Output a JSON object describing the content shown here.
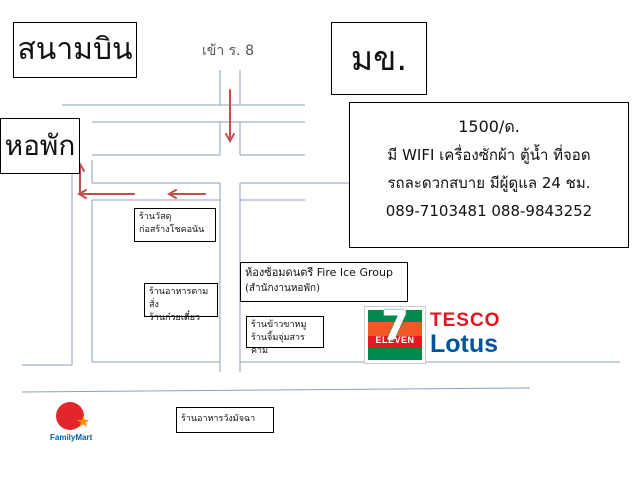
{
  "places": {
    "airport": "สนามบิน",
    "soi": "เข้า ร. 8",
    "university": "มข.",
    "dormitory": "หอพัก"
  },
  "info": {
    "price": "1500/ด.",
    "amenities": "มี WIFI เครื่องซักผ้า ตู้น้ำ ที่จอด",
    "transport": "รถละดวกสบาย มีผู้ดูแล 24 ชม.",
    "phones": "089-7103481  088-9843252"
  },
  "shops": {
    "shop1": [
      "ร้านวัสดุ",
      "ก่อสร้างโชคอนัน"
    ],
    "shop2": [
      "ร้านอาหารตามสั่ง",
      "ร้านก๋วยเตี๋ยว"
    ],
    "music": [
      "ห้องซ้อมดนตรี Fire Ice Group",
      "(สำนักงานหอพัก)"
    ],
    "shop3": [
      "ร้านข้าวขาหมู",
      "ร้านจิ้มจุ่มสารคาม"
    ],
    "restaurant": "ร้านอาหารวังมัจฉา"
  },
  "logos": {
    "seven_num": "7",
    "seven_text": "ELEVEN",
    "tesco": "TESCO",
    "lotus": "Lotus",
    "familymart": "FamilyMart"
  },
  "colors": {
    "arrow": "#c0504d",
    "road": "#8ea2b8",
    "seven_green": "#008a4b",
    "seven_orange": "#f15a24",
    "seven_red": "#e21b22",
    "tesco_red": "#e3141d",
    "tesco_blue": "#00539f",
    "family_red": "#e3262c"
  }
}
